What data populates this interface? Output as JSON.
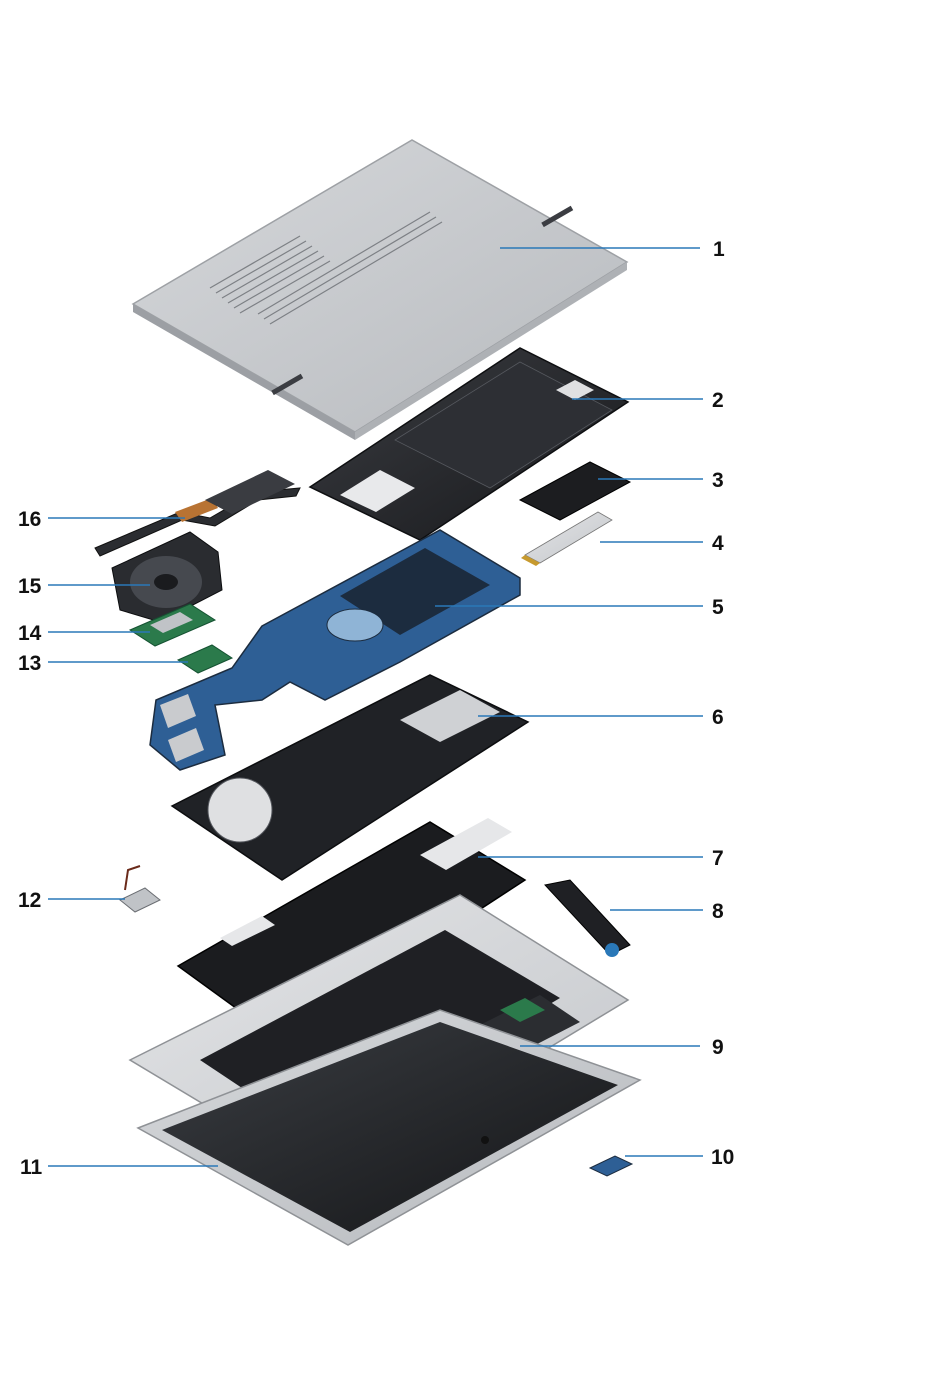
{
  "colors": {
    "leader_line": "#2a78b8",
    "label_text": "#111111",
    "chassis_silver": "#c9cbce",
    "chassis_dark": "#9ea1a5",
    "board_blue": "#2e5f95",
    "board_dark": "#1c2c3f",
    "shield_black": "#202226",
    "battery_black": "#23252a",
    "keyboard_black": "#1b1c1f",
    "copper": "#b87333",
    "ssd_green": "#2b7a4b"
  },
  "callouts": [
    {
      "id": "1",
      "label": "1",
      "side": "right",
      "part": "base-cover"
    },
    {
      "id": "2",
      "label": "2",
      "side": "right",
      "part": "battery"
    },
    {
      "id": "3",
      "label": "3",
      "side": "right",
      "part": "ssd-thermal-plate"
    },
    {
      "id": "4",
      "label": "4",
      "side": "right",
      "part": "solid-state-drive"
    },
    {
      "id": "5",
      "label": "5",
      "side": "right",
      "part": "system-board"
    },
    {
      "id": "6",
      "label": "6",
      "side": "right",
      "part": "keyboard-support-plate"
    },
    {
      "id": "7",
      "label": "7",
      "side": "right",
      "part": "keyboard"
    },
    {
      "id": "8",
      "label": "8",
      "side": "right",
      "part": "speakers"
    },
    {
      "id": "9",
      "label": "9",
      "side": "right",
      "part": "palmrest-assembly"
    },
    {
      "id": "10",
      "label": "10",
      "side": "right",
      "part": "power-button-board"
    },
    {
      "id": "11",
      "label": "11",
      "side": "left",
      "part": "display-assembly"
    },
    {
      "id": "12",
      "label": "12",
      "side": "left",
      "part": "dc-in-port"
    },
    {
      "id": "13",
      "label": "13",
      "side": "left",
      "part": "wlan-card"
    },
    {
      "id": "14",
      "label": "14",
      "side": "left",
      "part": "wwan-card"
    },
    {
      "id": "15",
      "label": "15",
      "side": "left",
      "part": "system-fan"
    },
    {
      "id": "16",
      "label": "16",
      "side": "left",
      "part": "heat-sink"
    }
  ]
}
